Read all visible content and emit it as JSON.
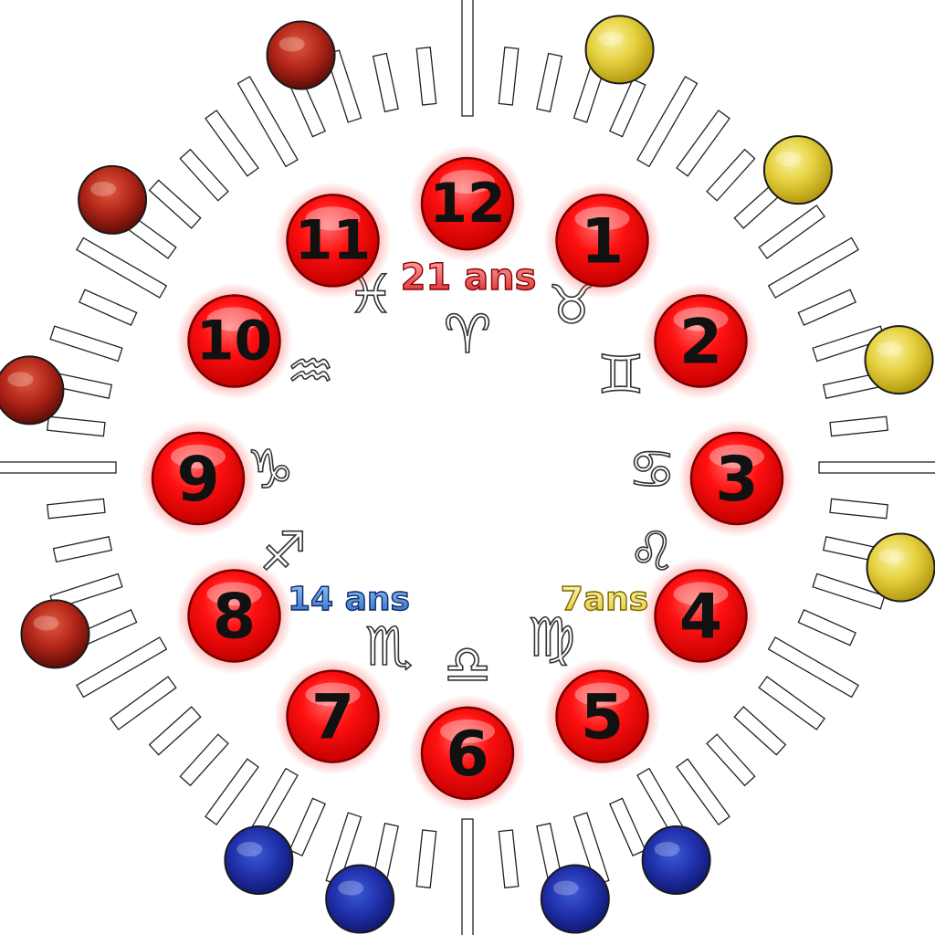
{
  "diagram": {
    "hours": [
      "1",
      "2",
      "3",
      "4",
      "5",
      "6",
      "7",
      "8",
      "9",
      "10",
      "11",
      "12"
    ],
    "zodiac_signs": [
      {
        "glyph": "♈",
        "icon": "aries-icon"
      },
      {
        "glyph": "♉",
        "icon": "taurus-icon"
      },
      {
        "glyph": "♊",
        "icon": "gemini-icon"
      },
      {
        "glyph": "♋",
        "icon": "cancer-icon"
      },
      {
        "glyph": "♌",
        "icon": "leo-icon"
      },
      {
        "glyph": "♍",
        "icon": "virgo-icon"
      },
      {
        "glyph": "♎",
        "icon": "libra-icon"
      },
      {
        "glyph": "♏",
        "icon": "scorpio-icon"
      },
      {
        "glyph": "♐",
        "icon": "sagittarius-icon"
      },
      {
        "glyph": "♑",
        "icon": "capricorn-icon"
      },
      {
        "glyph": "♒",
        "icon": "aquarius-icon"
      },
      {
        "glyph": "♓",
        "icon": "pisces-icon"
      }
    ],
    "age_labels": {
      "seven": "7ans",
      "fourteen": "14 ans",
      "twentyone": "21 ans"
    },
    "colors": {
      "hour_badge": "#ff1a1a",
      "gold_sphere": "#e8d23a",
      "blue_sphere": "#2233aa",
      "red_sphere": "#b8251c",
      "label_7": "#f2df66",
      "label_14": "#3a7fd6",
      "label_21": "#e84040"
    },
    "spheres": {
      "gold_count": 4,
      "blue_count": 4,
      "red_count": 4
    }
  }
}
